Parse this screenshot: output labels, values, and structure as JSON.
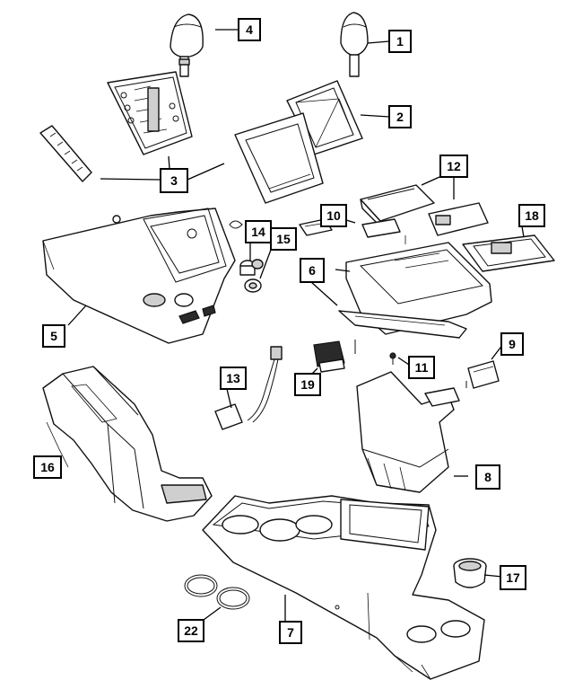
{
  "callouts": {
    "c1": "1",
    "c2": "2",
    "c3": "3",
    "c4": "4",
    "c5": "5",
    "c6": "6",
    "c7": "7",
    "c8": "8",
    "c9": "9",
    "c10": "10",
    "c11": "11",
    "c12": "12",
    "c13": "13",
    "c14": "14",
    "c15": "15",
    "c16": "16",
    "c17": "17",
    "c18": "18",
    "c19": "19",
    "c22": "22"
  }
}
